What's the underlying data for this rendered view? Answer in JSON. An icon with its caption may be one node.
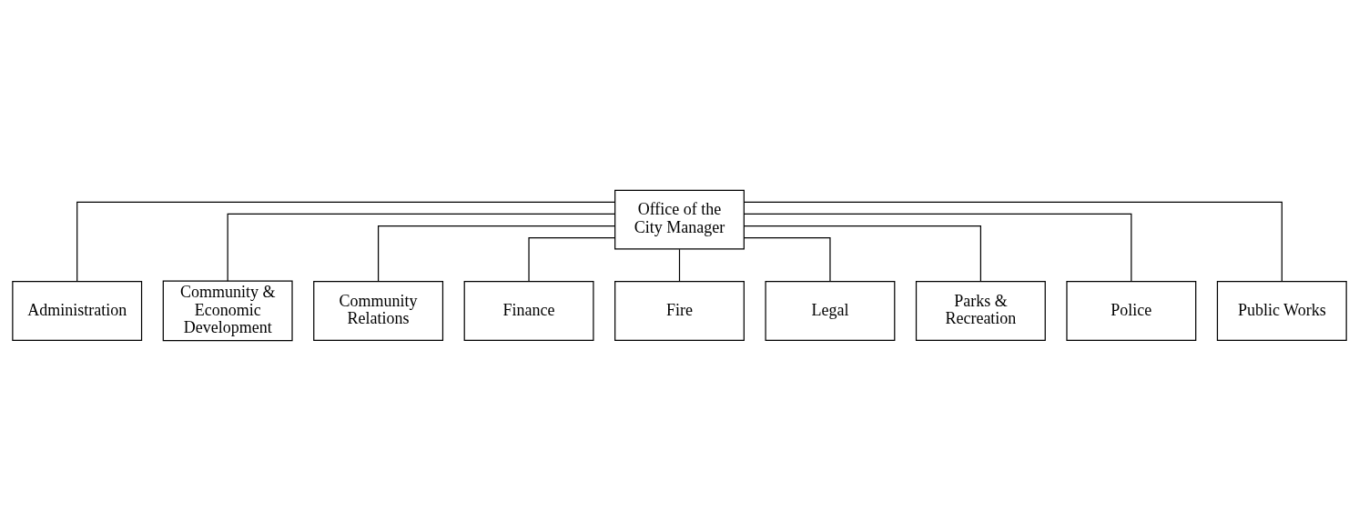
{
  "diagram": {
    "nodes": [
      {
        "text": [
          "Office of the City Manager"
        ]
      },
      {
        "text": [
          "Administration"
        ]
      },
      {
        "text": [
          "Community & Economic Development"
        ]
      },
      {
        "text": [
          "Community Relations"
        ]
      },
      {
        "text": [
          "Finance"
        ]
      },
      {
        "text": [
          "Fire"
        ]
      },
      {
        "text": [
          "Legal"
        ]
      },
      {
        "text": [
          "Parks & Recreation"
        ]
      },
      {
        "text": [
          "Police"
        ]
      },
      {
        "text": [
          "Public Works"
        ]
      }
    ],
    "edges": [
      {
        "from": 0,
        "to": 1,
        "arrow": "none"
      },
      {
        "from": 0,
        "to": 2,
        "arrow": "none"
      },
      {
        "from": 0,
        "to": 3,
        "arrow": "none"
      },
      {
        "from": 0,
        "to": 4,
        "arrow": "none"
      },
      {
        "from": 0,
        "to": 5,
        "arrow": "none"
      },
      {
        "from": 0,
        "to": 6,
        "arrow": "none"
      },
      {
        "from": 0,
        "to": 7,
        "arrow": "none"
      },
      {
        "from": 0,
        "to": 8,
        "arrow": "none"
      },
      {
        "from": 0,
        "to": 9,
        "arrow": "none"
      }
    ]
  }
}
